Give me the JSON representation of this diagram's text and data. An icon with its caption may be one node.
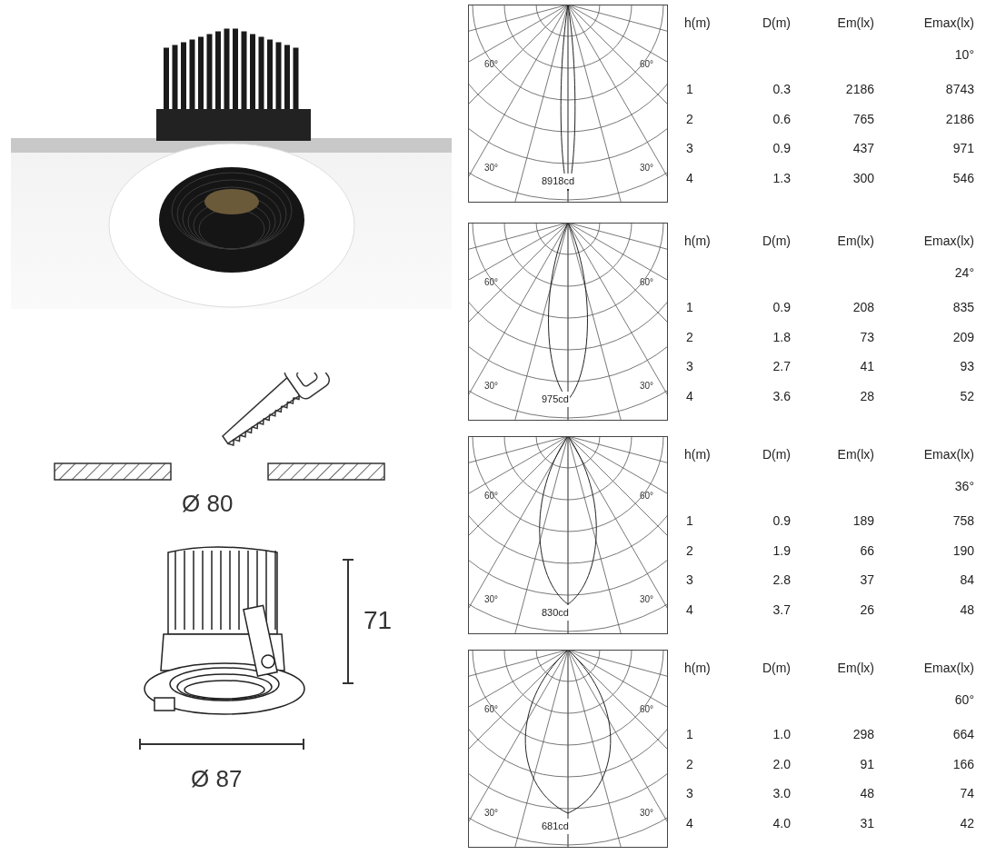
{
  "diagram": {
    "labels": [
      "Ø 80",
      "71",
      "Ø 87",
      "60°",
      "60°",
      "30°",
      "30°",
      "8918cd",
      "h(m)",
      "D(m)",
      "Em(lx)",
      "Emax(lx)",
      "10°",
      "1",
      "0.3",
      "2186",
      "8743",
      "2",
      "0.6",
      "765",
      "2186",
      "3",
      "0.9",
      "437",
      "971",
      "4",
      "1.3",
      "300",
      "546",
      "60°",
      "60°",
      "30°",
      "30°",
      "975cd",
      "h(m)",
      "D(m)",
      "Em(lx)",
      "Emax(lx)",
      "24°",
      "1",
      "0.9",
      "208",
      "835",
      "2",
      "1.8",
      "73",
      "209",
      "3",
      "2.7",
      "41",
      "93",
      "4",
      "3.6",
      "28",
      "52",
      "60°",
      "60°",
      "30°",
      "30°",
      "830cd",
      "h(m)",
      "D(m)",
      "Em(lx)",
      "Emax(lx)",
      "36°",
      "1",
      "0.9",
      "189",
      "758",
      "2",
      "1.9",
      "66",
      "190",
      "3",
      "2.8",
      "37",
      "84",
      "4",
      "3.7",
      "26",
      "48",
      "60°",
      "60°",
      "30°",
      "30°",
      "681cd",
      "h(m)",
      "D(m)",
      "Em(lx)",
      "Emax(lx)",
      "60°",
      "1",
      "1.0",
      "298",
      "664",
      "2",
      "2.0",
      "91",
      "166",
      "3",
      "3.0",
      "48",
      "74",
      "4",
      "4.0",
      "31",
      "42"
    ]
  }
}
